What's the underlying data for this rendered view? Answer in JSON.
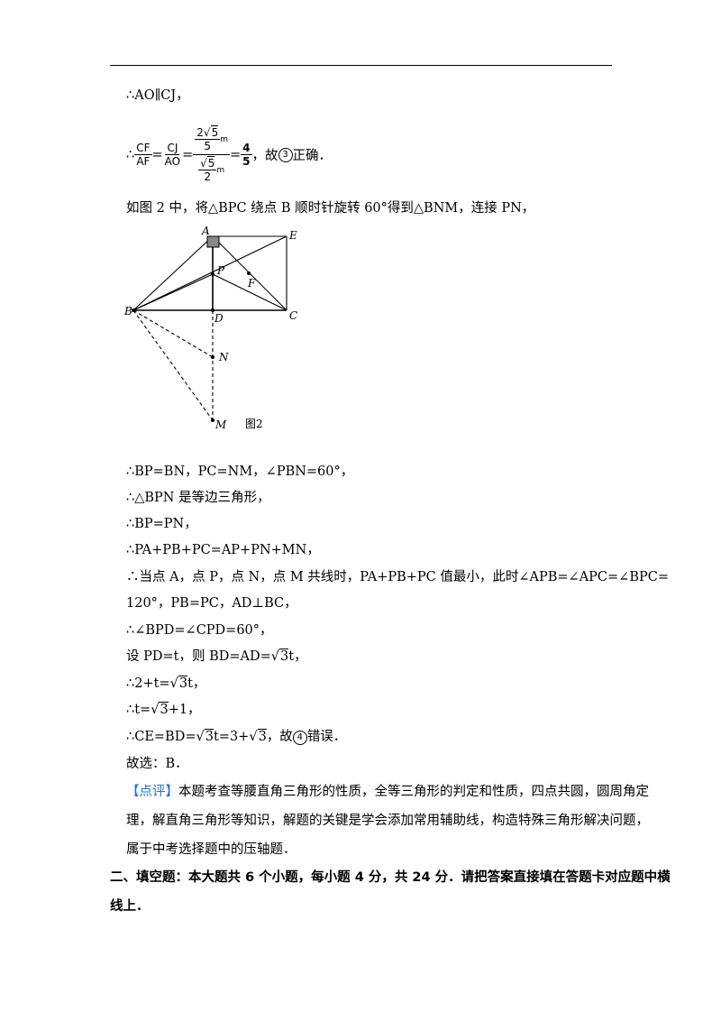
{
  "line1": "∴AO∥CJ，",
  "fraction_line": {
    "therefore": "∴",
    "f1_num": "CF",
    "f1_den": "AF",
    "eq1": "=",
    "f2_num": "CJ",
    "f2_den": "AO",
    "eq2": "=",
    "f3_num_coef": "2",
    "f3_num_rad": "5",
    "f3_num_den": "5",
    "f3_num_unit": "m",
    "f3_den_rad": "5",
    "f3_den_den": "2",
    "f3_den_unit": "m",
    "eq3": "=",
    "f4_num": "4",
    "f4_den": "5",
    "tail_pre": "，故",
    "circled": "3",
    "tail_post": "正确．"
  },
  "intro2": "如图 2 中，将△BPC 绕点 B 顺时针旋转 60°得到△BNM，连接 PN，",
  "figure": {
    "labels": {
      "A": "A",
      "E": "E",
      "P": "P",
      "F": "F",
      "B": "B",
      "D": "D",
      "C": "C",
      "N": "N",
      "M": "M"
    },
    "caption": "图2"
  },
  "steps": [
    "∴BP=BN，PC=NM，∠PBN=60°，",
    "∴△BPN 是等边三角形，",
    "∴BP=PN，",
    "∴PA+PB+PC=AP+PN+MN，",
    "∴当点 A，点 P，点 N，点 M 共线时，PA+PB+PC 值最小，此时∠APB=∠APC=∠BPC=",
    "120°，PB=PC，AD⊥BC，",
    "∴∠BPD=∠CPD=60°，"
  ],
  "step_pd": {
    "pre": "设 PD=t，则 BD=AD=",
    "rad": "3",
    "post": "t，"
  },
  "step_eq": {
    "pre": "∴2+t=",
    "rad": "3",
    "post": "t，"
  },
  "step_t": {
    "pre": "∴t=",
    "rad": "3",
    "post": "+1，"
  },
  "step_ce": {
    "pre": "∴CE=BD=",
    "rad1": "3",
    "mid": "t=3+",
    "rad2": "3",
    "tail": "，故",
    "circled": "4",
    "post": "错误．"
  },
  "choice": "故选：B．",
  "comment": {
    "tag": "【点评】",
    "line1": "本题考查等腰直角三角形的性质，全等三角形的判定和性质，四点共圆，圆周角定",
    "line2": "理，解直角三角形等知识，解题的关键是学会添加常用辅助线，构造特殊三角形解决问题，",
    "line3": "属于中考选择题中的压轴题．"
  },
  "section": {
    "line1": "二、填空题：本大题共 6 个小题，每小题 4 分，共 24 分．请把答案直接填在答题卡对应题中横",
    "line2": "线上．"
  }
}
